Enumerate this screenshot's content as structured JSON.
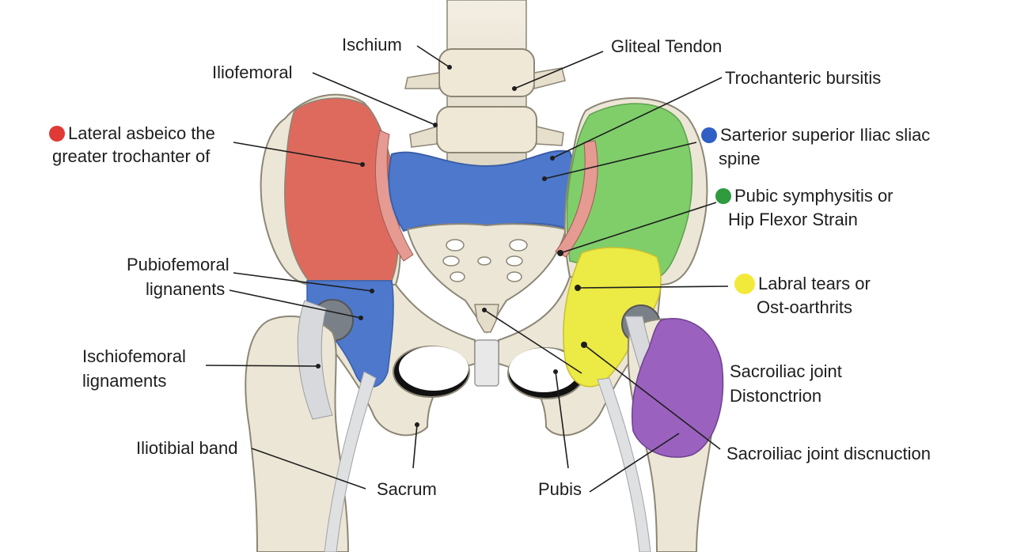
{
  "labels": {
    "ischium": "Ischium",
    "gluteal_tendon": "Gliteal Tendon",
    "iliofemoral": "Iliofemoral",
    "trochanteric_bursitis": "Trochanteric bursitis",
    "lateral_aspect_line1": "Lateral asbeico the",
    "lateral_aspect_line2": "greater trochanter of",
    "asis_line1": "Sarterior superior Iliac sliac",
    "asis_line2": "spine",
    "pubic_symphysitis_line1": "Pubic symphysitis or",
    "pubic_symphysitis_line2": "Hip Flexor Strain",
    "pubofemoral_line1": "Pubiofemoral",
    "pubofemoral_line2": "lignanents",
    "labral_line1": "Labral tears or",
    "labral_line2": "Ost-oarthrits",
    "ischiofemoral_line1": "Ischiofemoral",
    "ischiofemoral_line2": "lignaments",
    "sacroiliac_distonction_line1": "Sacroiliac joint",
    "sacroiliac_distonction_line2": "Distonctrion",
    "iliotibial": "Iliotibial band",
    "sacroiliac_disfunction": "Sacroiliac joint discnuction",
    "sacrum": "Sacrum",
    "pubis": "Pubis"
  },
  "legend_colors": {
    "red": "#e03a36",
    "blue": "#2f5fc4",
    "green": "#2f9a3e",
    "yellow": "#f2ea3a",
    "purple": "#8d55b8"
  },
  "region_colors": {
    "red": "#de6a5e",
    "blue": "#4d78cc",
    "green": "#7fce6a",
    "yellow": "#ecea45",
    "purple": "#9a62be",
    "bone": "#ece6d6",
    "bone_outline": "#8c8676",
    "ligament": "#d7d9dc",
    "muscle": "#e59a92"
  }
}
